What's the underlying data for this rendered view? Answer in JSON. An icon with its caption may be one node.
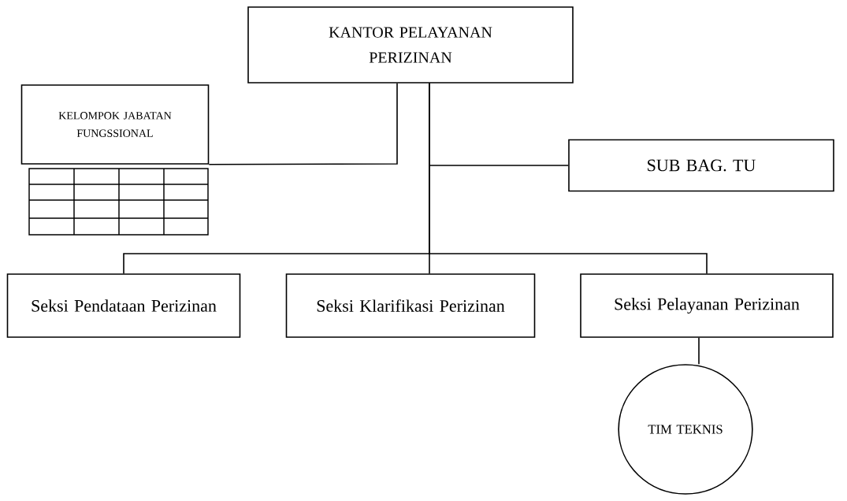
{
  "diagram": {
    "nodes": [
      {
        "text": [
          "KANTOR PELAYANAN PERIZINAN"
        ]
      },
      {
        "text": [
          "KELOMPOK JABATAN FUNGSSIONAL"
        ]
      },
      {
        "text": [
          "SUB BAG. TU"
        ]
      },
      {
        "text": [
          "Seksi Pendataan Perizinan"
        ]
      },
      {
        "text": [
          "Seksi Klarifikasi Perizinan"
        ]
      },
      {
        "text": [
          "Seksi Pelayanan Perizinan"
        ]
      },
      {
        "text": [
          "TIM TEKNIS"
        ]
      }
    ],
    "edges": [
      {
        "from": 1,
        "to": 0,
        "arrow": "none"
      },
      {
        "from": 0,
        "to": 2,
        "arrow": "none"
      },
      {
        "from": 0,
        "to": 3,
        "arrow": "none"
      },
      {
        "from": 0,
        "to": 4,
        "arrow": "none"
      },
      {
        "from": 0,
        "to": 5,
        "arrow": "none"
      },
      {
        "from": 5,
        "to": 6,
        "arrow": "none"
      }
    ]
  }
}
